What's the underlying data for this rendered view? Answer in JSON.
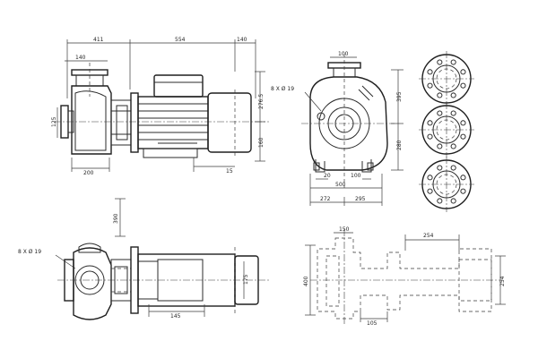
{
  "front_view": {
    "dims": {
      "d_411": "411",
      "d_554": "554",
      "d_140_top": "140",
      "d_140_left": "140",
      "d_125": "125",
      "d_200": "200",
      "d_15": "15",
      "d_160": "160",
      "d_2765": "276.5"
    }
  },
  "side_view": {
    "dims": {
      "d_100": "100",
      "d_395": "395",
      "d_280": "280",
      "d_20": "20",
      "d_100b": "100",
      "d_500": "500",
      "d_272": "272",
      "d_295": "295"
    },
    "hole_callout": "8   X Ø 19"
  },
  "top_view": {
    "dims": {
      "d_390": "390",
      "d_145": "145",
      "d_175": "175"
    },
    "hole_callout": "8   X Ø 19"
  },
  "foundation_view": {
    "dims": {
      "d_150": "150",
      "d_254": "254",
      "d_400": "400",
      "d_105": "105",
      "d_254v": "254"
    }
  },
  "flanges": [
    {
      "bolt_count": 8
    },
    {
      "bolt_count": 8
    },
    {
      "bolt_count": 8
    }
  ]
}
